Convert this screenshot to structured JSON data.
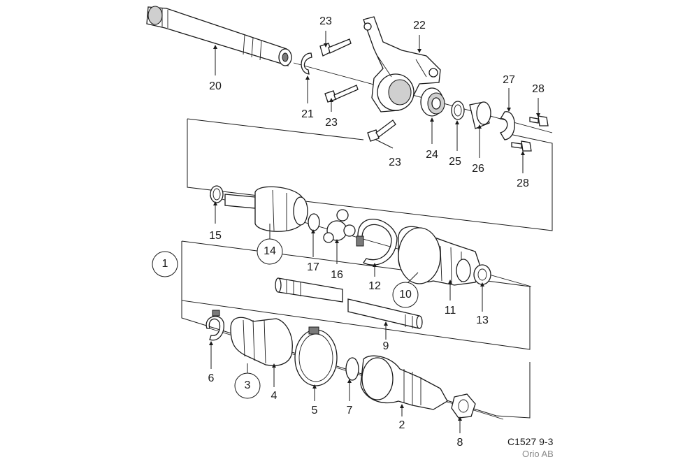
{
  "diagram": {
    "labels": {
      "n1": "1",
      "n2": "2",
      "n3": "3",
      "n4": "4",
      "n5": "5",
      "n6": "6",
      "n7": "7",
      "n8": "8",
      "n9": "9",
      "n10": "10",
      "n11": "11",
      "n12": "12",
      "n13": "13",
      "n14": "14",
      "n15": "15",
      "n16": "16",
      "n17": "17",
      "n20": "20",
      "n21": "21",
      "n22": "22",
      "n23a": "23",
      "n23b": "23",
      "n23c": "23",
      "n24": "24",
      "n25": "25",
      "n26": "26",
      "n27": "27",
      "n28a": "28",
      "n28b": "28"
    },
    "footer": {
      "code": "C1527 9-3",
      "company": "Orio AB"
    }
  }
}
